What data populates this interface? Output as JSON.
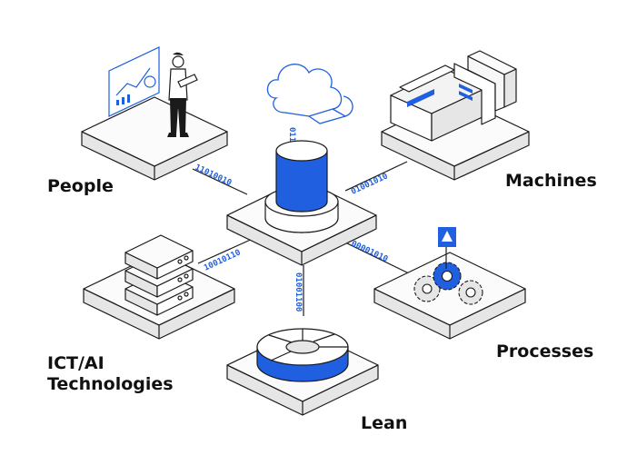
{
  "labels": {
    "people": "People",
    "machines": "Machines",
    "ict_ai_line1": "ICT/AI",
    "ict_ai_line2": "Technologies",
    "lean": "Lean",
    "processes": "Processes"
  },
  "binary": {
    "people_link": "11010010",
    "machines_link": "01001010",
    "ict_link": "10010110",
    "processes_link": "00001010",
    "lean_link": "01001100",
    "cloud_link": "01101001"
  },
  "colors": {
    "accent": "#1f5fe0",
    "outline": "#1a1a1a",
    "platform_top": "#fbfbfb",
    "platform_side": "#e6e6e6"
  },
  "icons": [
    "cloud-icon",
    "database-icon",
    "person-with-laptop-icon",
    "dashboard-screen-icon",
    "industrial-machine-icon",
    "server-rack-icon",
    "pie-chart-icon",
    "gears-icon",
    "warning-flag-icon"
  ]
}
